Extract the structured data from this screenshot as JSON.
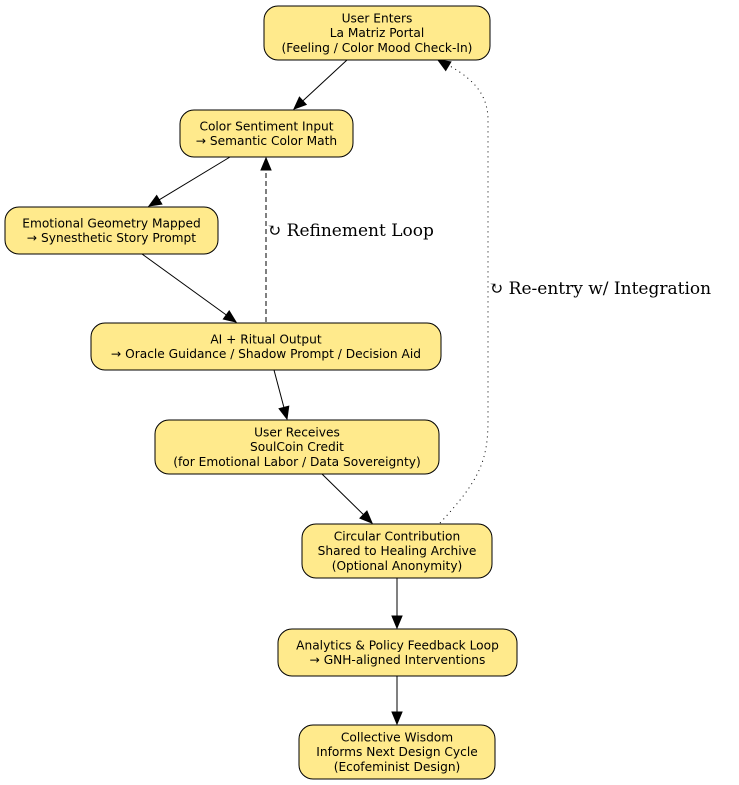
{
  "colors": {
    "node_fill": "#ffea8c",
    "stroke": "#000000",
    "background": "#ffffff"
  },
  "nodes": [
    {
      "id": "portal",
      "lines": [
        "User Enters",
        "La Matriz Portal",
        "(Feeling / Color Mood Check-In)"
      ]
    },
    {
      "id": "color-input",
      "lines": [
        "Color Sentiment Input",
        "→ Semantic Color Math"
      ]
    },
    {
      "id": "geometry",
      "lines": [
        "Emotional Geometry Mapped",
        "→ Synesthetic Story Prompt"
      ]
    },
    {
      "id": "ai-output",
      "lines": [
        "AI + Ritual Output",
        "→ Oracle Guidance / Shadow Prompt / Decision Aid"
      ]
    },
    {
      "id": "soulcoin",
      "lines": [
        "User Receives",
        "SoulCoin Credit",
        "(for Emotional Labor / Data Sovereignty)"
      ]
    },
    {
      "id": "contribution",
      "lines": [
        "Circular Contribution",
        "Shared to Healing Archive",
        "(Optional Anonymity)"
      ]
    },
    {
      "id": "analytics",
      "lines": [
        "Analytics & Policy Feedback Loop",
        "→ GNH-aligned Interventions"
      ]
    },
    {
      "id": "wisdom",
      "lines": [
        "Collective Wisdom",
        "Informs Next Design Cycle",
        "(Ecofeminist Design)"
      ]
    }
  ],
  "edges": [
    {
      "from": "portal",
      "to": "color-input",
      "style": "solid"
    },
    {
      "from": "color-input",
      "to": "geometry",
      "style": "solid"
    },
    {
      "from": "geometry",
      "to": "ai-output",
      "style": "solid"
    },
    {
      "from": "ai-output",
      "to": "soulcoin",
      "style": "solid"
    },
    {
      "from": "soulcoin",
      "to": "contribution",
      "style": "solid"
    },
    {
      "from": "contribution",
      "to": "analytics",
      "style": "solid"
    },
    {
      "from": "analytics",
      "to": "wisdom",
      "style": "solid"
    },
    {
      "from": "ai-output",
      "to": "color-input",
      "style": "dashed",
      "label": "↻  Refinement Loop"
    },
    {
      "from": "contribution",
      "to": "portal",
      "style": "dotted",
      "label": "↻  Re-entry w/ Integration"
    }
  ]
}
